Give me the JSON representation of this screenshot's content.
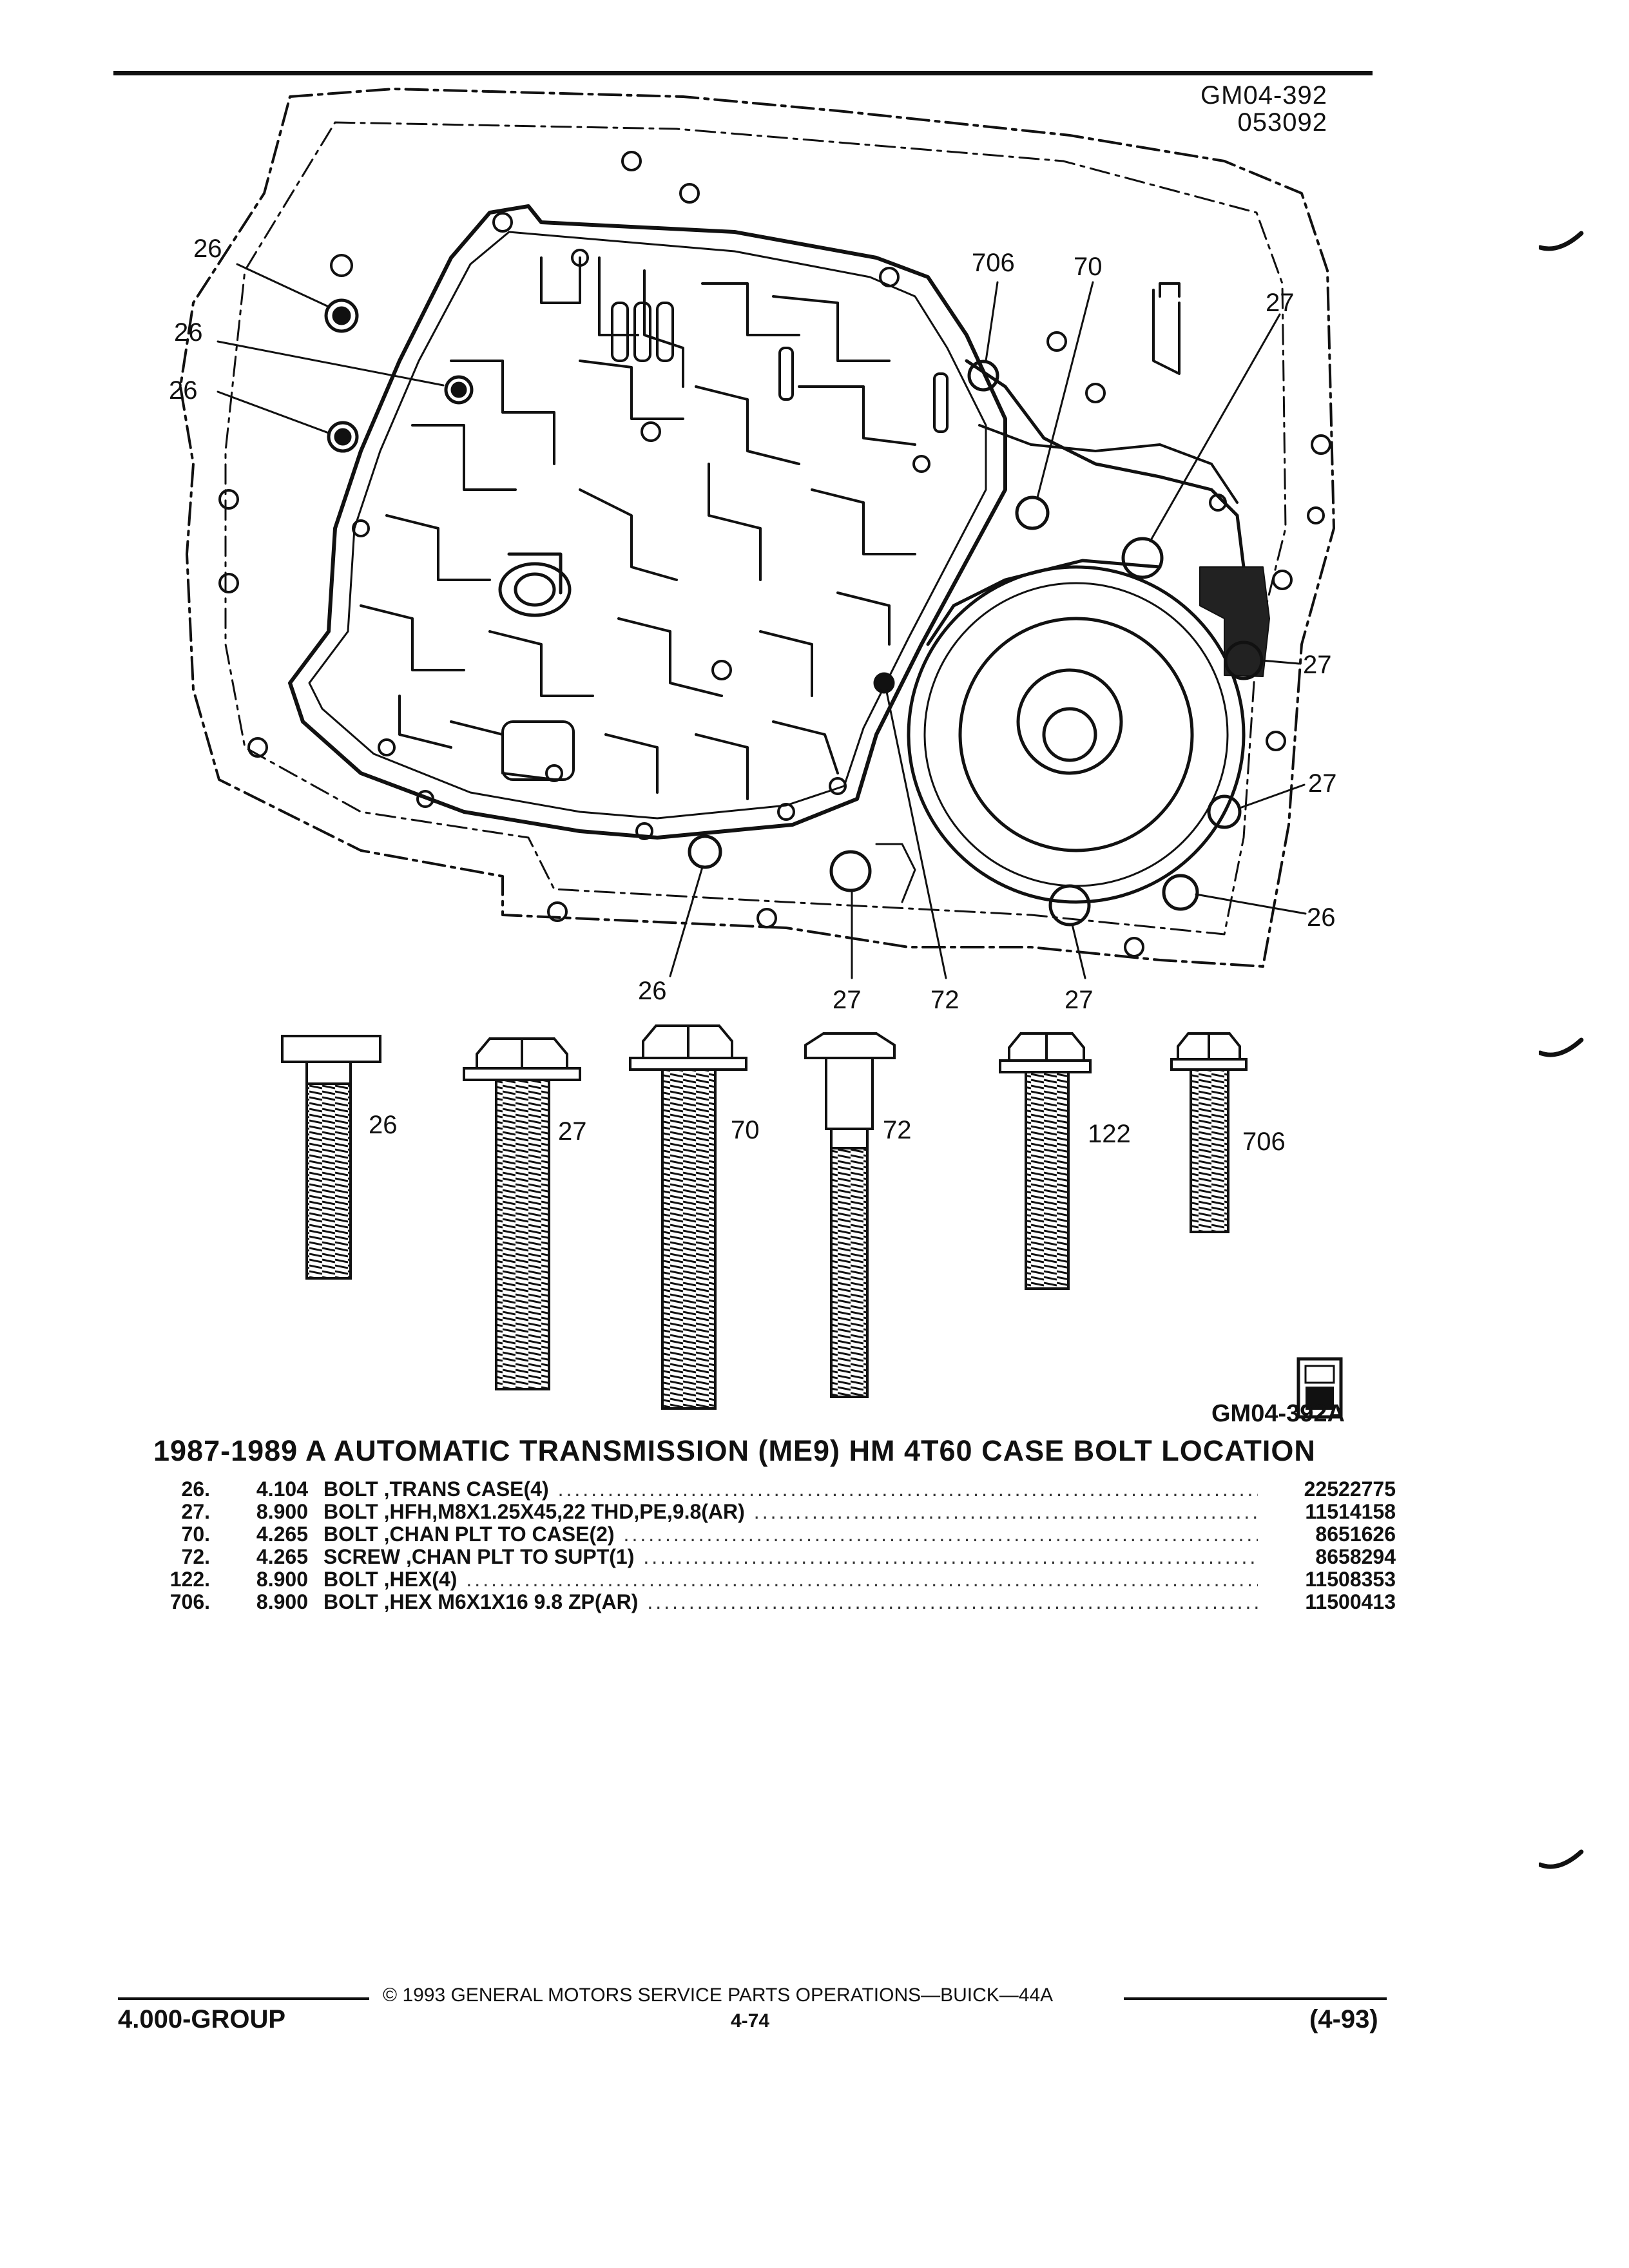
{
  "header": {
    "ref_code": "GM04-392",
    "ref_date": "053092"
  },
  "diagram": {
    "callouts": [
      "26",
      "26",
      "26",
      "706",
      "70",
      "27",
      "27",
      "27",
      "26",
      "26",
      "27",
      "72",
      "27"
    ]
  },
  "bolts": [
    {
      "label": "26"
    },
    {
      "label": "27"
    },
    {
      "label": "70"
    },
    {
      "label": "72"
    },
    {
      "label": "122"
    },
    {
      "label": "706"
    }
  ],
  "figure_ref": "GM04-392A",
  "stamp": "gm spo",
  "section_title": "1987-1989 A AUTOMATIC TRANSMISSION (ME9) HM 4T60 CASE BOLT LOCATION",
  "parts": [
    {
      "ref": "26.",
      "group": "4.104",
      "desc": "BOLT ,TRANS CASE(4)",
      "part_no": "22522775"
    },
    {
      "ref": "27.",
      "group": "8.900",
      "desc": "BOLT ,HFH,M8X1.25X45,22 THD,PE,9.8(AR)",
      "part_no": "11514158"
    },
    {
      "ref": "70.",
      "group": "4.265",
      "desc": "BOLT ,CHAN PLT TO CASE(2)",
      "part_no": "8651626"
    },
    {
      "ref": "72.",
      "group": "4.265",
      "desc": "SCREW ,CHAN PLT TO SUPT(1)",
      "part_no": "8658294"
    },
    {
      "ref": "122.",
      "group": "8.900",
      "desc": "BOLT ,HEX(4)",
      "part_no": "11508353"
    },
    {
      "ref": "706.",
      "group": "8.900",
      "desc": "BOLT ,HEX M6X1X16 9.8 ZP(AR)",
      "part_no": "11500413"
    }
  ],
  "footer": {
    "copyright": "© 1993  GENERAL MOTORS SERVICE PARTS OPERATIONS—BUICK—44A",
    "group": "4.000-GROUP",
    "page": "4-74",
    "date": "(4-93)"
  }
}
